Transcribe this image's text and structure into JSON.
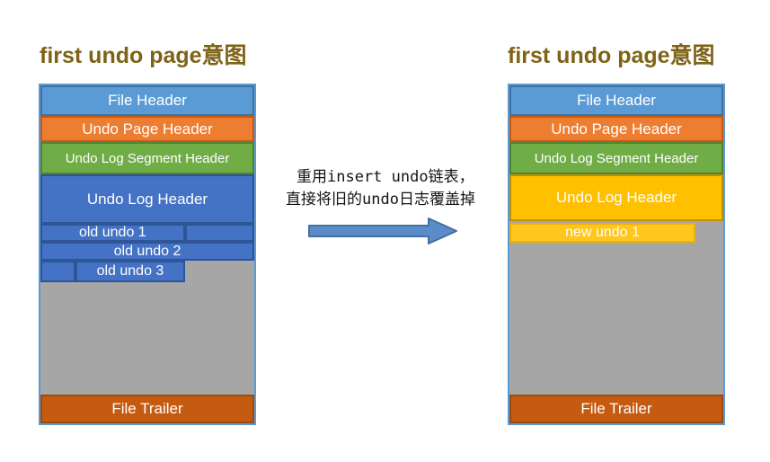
{
  "left_panel": {
    "title": "first undo page意图",
    "file_header": "File Header",
    "undo_page_header": "Undo Page Header",
    "undo_log_segment_header": "Undo Log Segment Header",
    "undo_log_header": "Undo Log Header",
    "old_undo_1": "old undo 1",
    "old_undo_2": "old undo 2",
    "old_undo_3": "old undo 3",
    "file_trailer": "File Trailer"
  },
  "right_panel": {
    "title": "first undo page意图",
    "file_header": "File Header",
    "undo_page_header": "Undo Page Header",
    "undo_log_segment_header": "Undo Log Segment Header",
    "undo_log_header": "Undo Log Header",
    "new_undo_1": "new undo 1",
    "file_trailer": "File Trailer"
  },
  "annotation": {
    "line1": "重用insert undo链表，",
    "line2": "直接将旧的undo日志覆盖掉"
  },
  "colors": {
    "title_text": "#7E6317",
    "file_header_blue": "#5B9BD5",
    "undo_page_header_orange": "#ED7D31",
    "undo_log_segment_header_green": "#70AD47",
    "undo_log_header_blue": "#4472C4",
    "undo_log_header_yellow": "#FFC000",
    "new_undo_yellow": "#FFC61E",
    "file_trailer_orange": "#C55A11",
    "free_space_gray": "#A6A6A6",
    "page_border_blue": "#5B9BD5",
    "arrow_fill": "#5B8BC9",
    "arrow_stroke": "#41719C",
    "annotation_text": "#141414"
  }
}
